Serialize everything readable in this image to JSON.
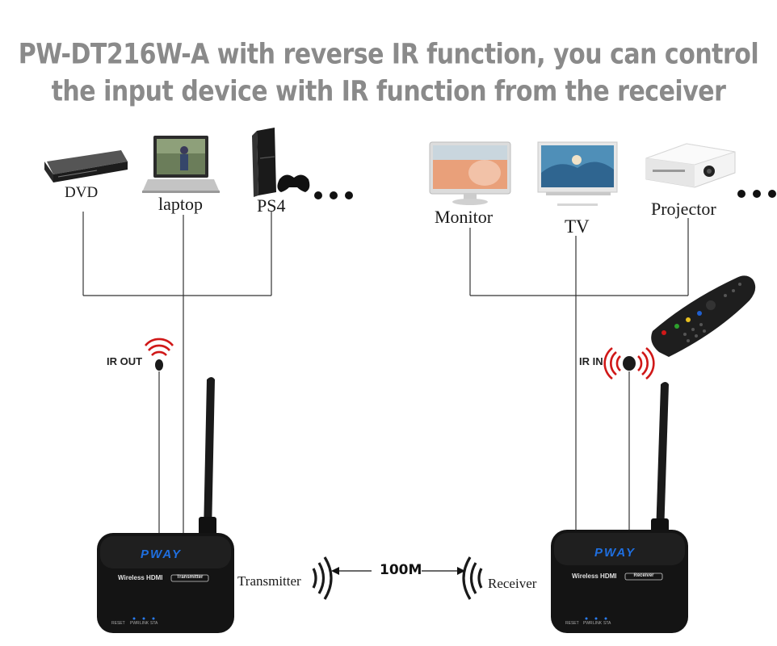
{
  "header": {
    "line1": "PW-DT216W-A with reverse IR function, you can  control",
    "line2": "the input device with IR function from the receiver"
  },
  "sources": [
    {
      "label": "DVD",
      "icon": "dvd-player-icon"
    },
    {
      "label": "laptop",
      "icon": "laptop-icon"
    },
    {
      "label": "PS4",
      "icon": "game-console-icon"
    }
  ],
  "displays": [
    {
      "label": "Monitor",
      "icon": "monitor-icon"
    },
    {
      "label": "TV",
      "icon": "tv-icon"
    },
    {
      "label": "Projector",
      "icon": "projector-icon"
    }
  ],
  "ir_out_label": "IR OUT",
  "ir_in_label": "IR IN",
  "transmitter_label": "Transmitter",
  "receiver_label": "Receiver",
  "distance_label": "100M",
  "tx_unit": {
    "brand": "PWAY",
    "product": "Wireless HDMI",
    "badge": "Transmitter",
    "leds": [
      "RESET",
      "PWR",
      "LINK",
      "STA"
    ]
  },
  "rx_unit": {
    "brand": "PWAY",
    "product": "Wireless HDMI",
    "badge": "Receiver",
    "leds": [
      "RESET",
      "PWR",
      "LINK",
      "STA"
    ]
  },
  "colors": {
    "title": "#8a8a8a",
    "ir_signal": "#d01818",
    "brand": "#1f6fe0",
    "unit_body": "#141414"
  }
}
